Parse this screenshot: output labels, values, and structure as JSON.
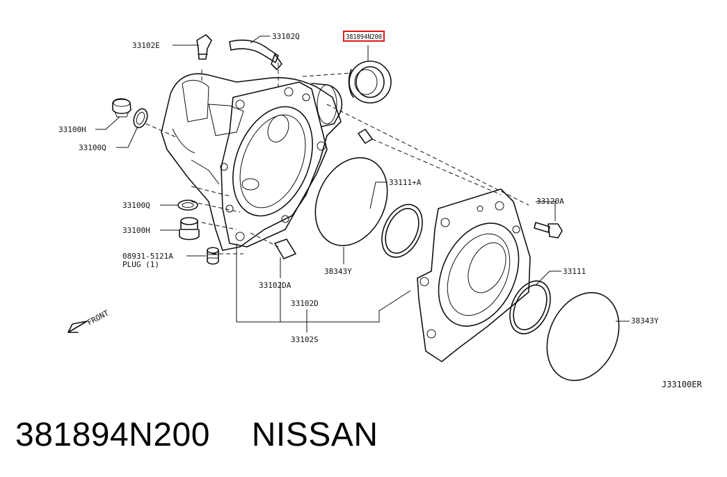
{
  "diagram": {
    "labels": {
      "hose_connector": "33102E",
      "hose": "33102Q",
      "oil_seal_highlight": "381894N200",
      "plug_upper": "33100H",
      "washer_upper": "33100Q",
      "washer_lower": "33100Q",
      "plug_lower": "33100H",
      "plug_part": "08931-5121A",
      "plug_note": "PLUG (1)",
      "dowel": "33102DA",
      "case_bolt": "33102D",
      "case_set": "33102S",
      "seal_ring_a": "33111+A",
      "oring_front": "38343Y",
      "bolt": "33120A",
      "seal_ring": "33111",
      "oring_rear": "38343Y",
      "front_marker": "FRONT",
      "figure_code": "J33100ER"
    },
    "highlight_color": "#e0161a"
  },
  "caption": {
    "part_number": "381894N200",
    "brand": "NISSAN"
  }
}
